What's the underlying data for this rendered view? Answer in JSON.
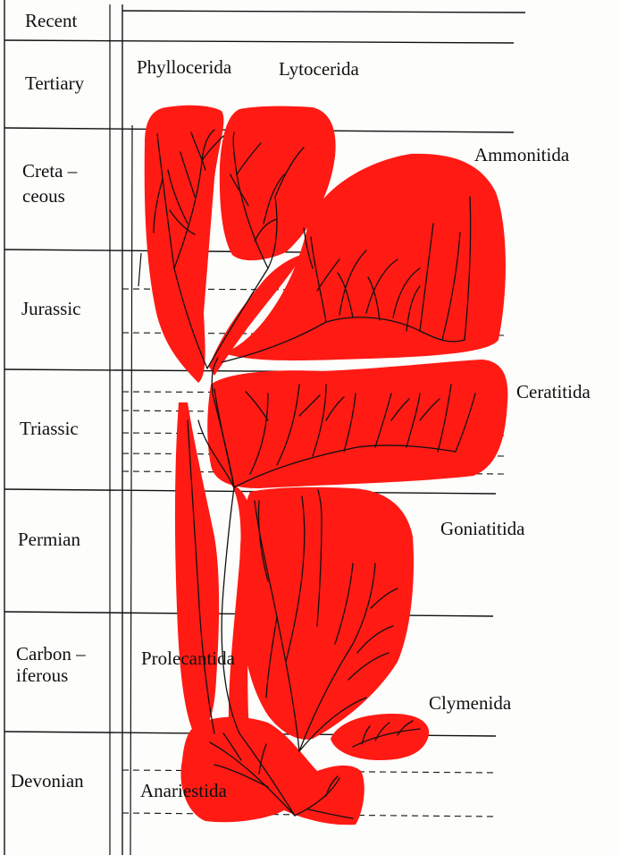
{
  "periods": [
    {
      "id": "recent",
      "label": "Recent"
    },
    {
      "id": "tertiary",
      "label": "Tertiary"
    },
    {
      "id": "cretaceous",
      "label_line1": "Creta –",
      "label_line2": "ceous"
    },
    {
      "id": "jurassic",
      "label": "Jurassic"
    },
    {
      "id": "triassic",
      "label": "Triassic"
    },
    {
      "id": "permian",
      "label": "Permian"
    },
    {
      "id": "carboniferous",
      "label_line1": "Carbon –",
      "label_line2": "iferous"
    },
    {
      "id": "devonian",
      "label": "Devonian"
    }
  ],
  "taxa": {
    "phyllocerida": "Phyllocerida",
    "lytocerida": "Lytocerida",
    "ammonitida": "Ammonitida",
    "ceratitida": "Ceratitida",
    "goniatitida": "Goniatitida",
    "clymenida": "Clymenida",
    "prolecantida": "Prolecantida",
    "anariestida": "Anariestida"
  },
  "colors": {
    "clade_fill": "#ff1a14",
    "lines": "#111111",
    "background": "#fdfdfb"
  }
}
